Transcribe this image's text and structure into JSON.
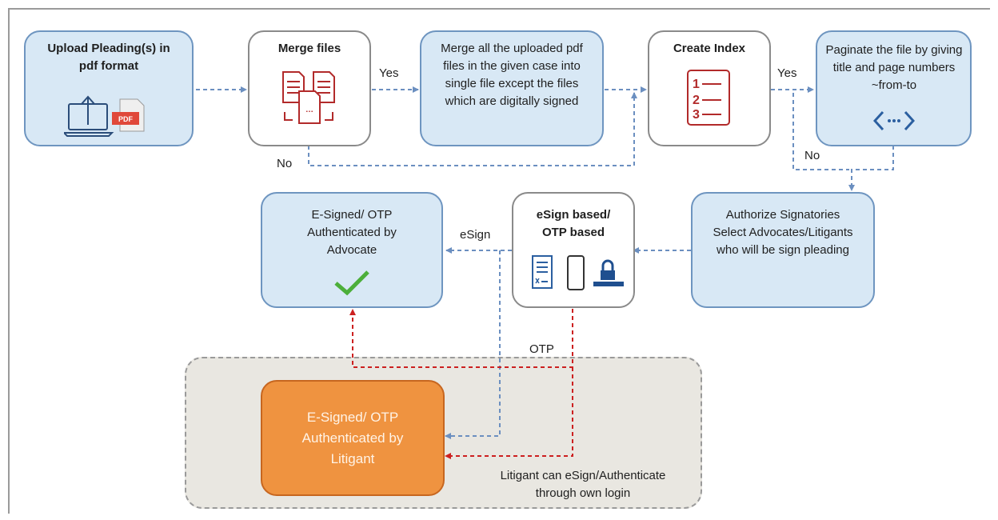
{
  "diagram": {
    "nodes": {
      "upload": "Upload Pleading(s) in pdf format",
      "upload_pdf_badge": "PDF",
      "merge_files": "Merge files",
      "merge_all": "Merge all the uploaded pdf files in the given case into single file except the files which are digitally signed",
      "create_index": "Create Index",
      "paginate": "Paginate the file by giving title and page numbers ~from-to",
      "authorize": "Authorize Signatories Select Advocates/Litigants who will be sign pleading",
      "esign_otp": "eSign based/ OTP based",
      "advocate": "E-Signed/ OTP Authenticated by Advocate",
      "litigant": "E-Signed/ OTP Authenticated by Litigant"
    },
    "edge_labels": {
      "merge_yes": "Yes",
      "merge_no": "No",
      "index_yes": "Yes",
      "index_no": "No",
      "esign": "eSign",
      "otp": "OTP"
    },
    "zone_note": "Litigant can eSign/Authenticate through own login",
    "colors": {
      "blue_fill": "#d8e8f5",
      "blue_border": "#6e95c0",
      "orange_fill": "#ef9340",
      "arrow_blue": "#6b8fc0",
      "arrow_red": "#cc2020",
      "icon_red": "#b22a2a",
      "check_green": "#4caf3a"
    },
    "icons": [
      "upload-laptop-icon",
      "pdf-file-icon",
      "documents-merge-icon",
      "numbered-list-icon",
      "code-brackets-icon",
      "form-document-icon",
      "mobile-phone-icon",
      "otp-lock-icon",
      "checkmark-icon"
    ]
  }
}
